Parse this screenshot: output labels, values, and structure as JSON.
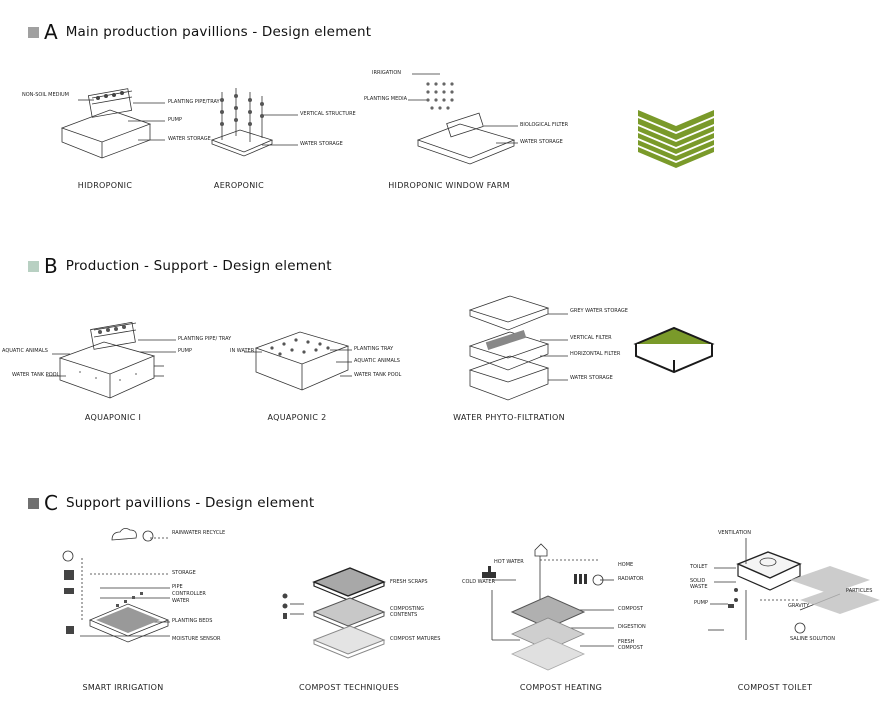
{
  "sections": {
    "a": {
      "letter": "A",
      "title": "Main production pavillions - Design element",
      "color": "#a0a0a0"
    },
    "b": {
      "letter": "B",
      "title": "Production - Support - Design element",
      "color": "#b8d0c2"
    },
    "c": {
      "letter": "C",
      "title": "Support pavillions - Design element",
      "color": "#707070"
    }
  },
  "captions": {
    "hidroponic": "HIDROPONIC",
    "aeroponic": "AEROPONIC",
    "window_farm": "HIDROPONIC WINDOW FARM",
    "aquaponic1": "AQUAPONIC I",
    "aquaponic2": "AQUAPONIC 2",
    "phyto": "WATER PHYTO-FILTRATION",
    "smart_irrigation": "SMART IRRIGATION",
    "compost_techniques": "COMPOST TECHNIQUES",
    "compost_heating": "COMPOST HEATING",
    "compost_toilet": "COMPOST TOILET"
  },
  "labels": {
    "hidro_medium": "NON-SOIL MEDIUM",
    "hidro_planting": "PLANTING PIPE/TRAY",
    "hidro_pump": "PUMP",
    "hidro_water": "WATER STORAGE",
    "aero_vertical": "VERTICAL STRUCTURE",
    "aero_water": "WATER STORAGE",
    "wf_irrigation": "IRRIGATION",
    "wf_planting": "PLANTING MEDIA",
    "wf_filter": "BIOLOGICAL FILTER",
    "wf_water": "WATER STORAGE",
    "aq1_animals": "AQUATIC ANIMALS",
    "aq1_planting": "PLANTING PIPE/ TRAY",
    "aq1_pump": "PUMP",
    "aq1_tank": "WATER TANK POOL",
    "aq2_water": "IN WATER",
    "aq2_planting": "PLANTING TRAY",
    "aq2_animals": "AQUATIC ANIMALS",
    "aq2_tank": "WATER TANK POOL",
    "ph_grey": "GREY WATER STORAGE",
    "ph_vertical": "VERTICAL FILTER",
    "ph_horizontal": "HORIZONTAL FILTER",
    "ph_water": "WATER STORAGE",
    "si_rain": "RAINWATER RECYCLE",
    "si_storage": "STORAGE",
    "si_pipe": "PIPE",
    "si_controller": "CONTROLLER",
    "si_water": "WATER",
    "si_beds": "PLANTING BEDS",
    "si_sensor": "MOISTURE SENSOR",
    "ct_fresh": "FRESH SCRAPS",
    "ct_composting": "COMPOSTING CONTENTS",
    "ct_matures": "COMPOST MATURES",
    "ch_home": "HOME",
    "ch_radiator": "RADIATOR",
    "ch_compost": "COMPOST",
    "ch_digestion": "DIGESTION",
    "ch_fresh": "FRESH COMPOST",
    "ch_hot": "HOT WATER",
    "ch_cold": "COLD WATER",
    "to_ventilation": "VENTILATION",
    "to_toilet": "TOILET",
    "to_solid": "SOLID WASTE",
    "to_pump": "PUMP",
    "to_gravity": "GRAVITY",
    "to_particles": "PARTICLES",
    "to_solution": "SALINE SOLUTION"
  },
  "icons": [
    "square-bullet-icon",
    "stacked-chevron-icon",
    "green-block-icon",
    "cloud-icon",
    "home-icon",
    "clock-icon"
  ],
  "colors": {
    "green": "#7a9a2a",
    "dark": "#1a1a1a"
  }
}
